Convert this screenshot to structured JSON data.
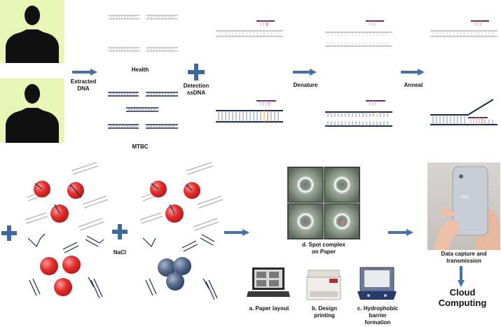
{
  "labels": {
    "extracted": "Extracted\nDNA",
    "health": "Health",
    "mtbc": "MTBC",
    "detection": "Detection\nssDNA",
    "denature": "Denature",
    "anneal": "Anneal",
    "nacl": "NaCl",
    "spot": "d. Spot complex\non Paper",
    "capture": "Data capture and\ntransmission",
    "cloud": "Cloud\nComputing",
    "paper_layout": "a. Paper layout",
    "design_printing": "b. Design\nprinting",
    "hydrophobic": "c. Hydrophobic\nbarrier\nformation",
    "phone_brand": "htc"
  },
  "colors": {
    "person_bg": "#e8f5b4",
    "silhouette": "#111111",
    "arrow": "#4a6fa5",
    "plus": "#3d6a9b",
    "dna_gray": "#b8b8b8",
    "dna_navy": "#1c2a4a",
    "probe": "#6b2a5a",
    "np_red": "#e53030",
    "np_blue": "#4a5e80"
  }
}
